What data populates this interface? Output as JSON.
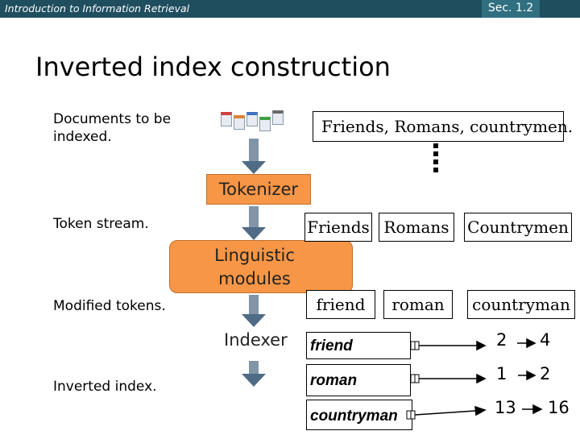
{
  "header": {
    "course": "Introduction to Information Retrieval",
    "section": "Sec. 1.2"
  },
  "title": "Inverted index construction",
  "labels": {
    "documents": "Documents to be indexed.",
    "token_stream": "Token stream.",
    "modified_tokens": "Modified tokens.",
    "inverted_index": "Inverted index."
  },
  "sentence": "Friends, Romans, countrymen.",
  "modules": {
    "tokenizer": "Tokenizer",
    "linguistic": "Linguistic modules",
    "indexer": "Indexer"
  },
  "tokens": [
    "Friends",
    "Romans",
    "Countrymen"
  ],
  "modified": [
    "friend",
    "roman",
    "countryman"
  ],
  "index": [
    {
      "term": "friend",
      "postings": [
        "2",
        "4"
      ]
    },
    {
      "term": "roman",
      "postings": [
        "1",
        "2"
      ]
    },
    {
      "term": "countryman",
      "postings": [
        "13",
        "16"
      ]
    }
  ],
  "colors": {
    "header": "#1f4e5f",
    "module": "#f79646",
    "arrow": "#4f6b85"
  }
}
